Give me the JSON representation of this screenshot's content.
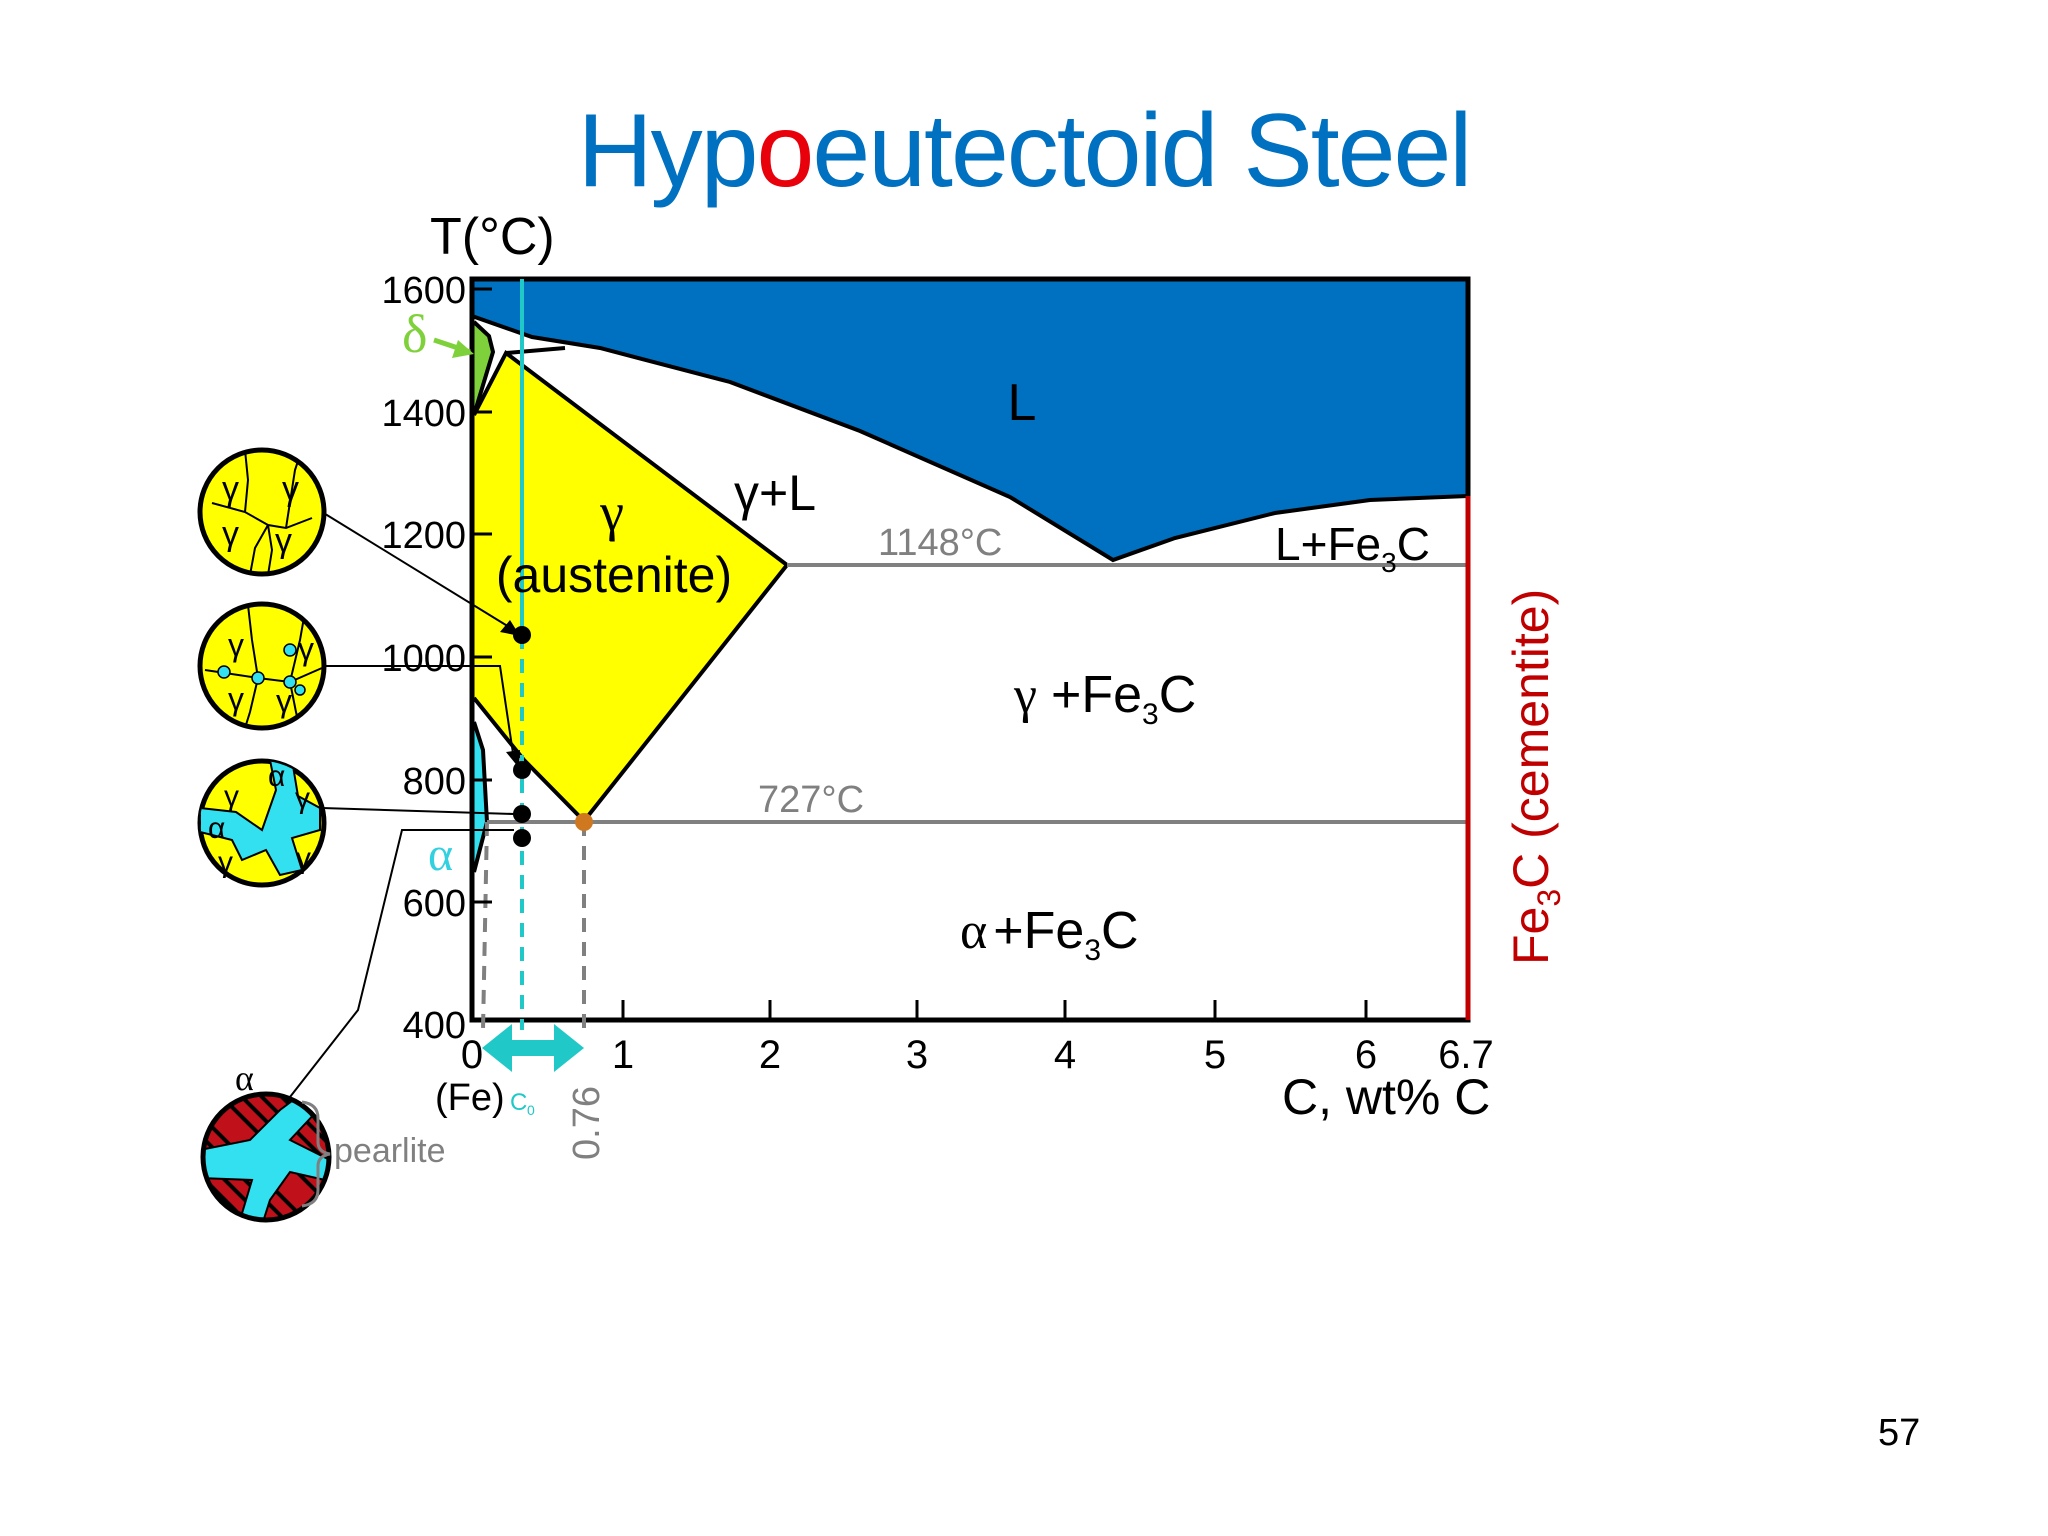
{
  "slide": {
    "title_pre": "Hyp",
    "title_hl": "o",
    "title_post": "eutectoid Steel",
    "page_number": "57"
  },
  "axes": {
    "y_title": "T(°C)",
    "y_ticks": [
      "1600",
      "1400",
      "1200",
      "1000",
      "800",
      "600",
      "400"
    ],
    "x_ticks": [
      "0",
      "1",
      "2",
      "3",
      "4",
      "5",
      "6",
      "6.7"
    ],
    "x_fe_label": "(Fe)",
    "x_title": "C, wt% C",
    "co_label": "C",
    "co_sub": "0",
    "eutectoid_comp": "0.76"
  },
  "phase_labels": {
    "liquid": "L",
    "gamma": "γ",
    "austenite": "(austenite)",
    "gamma_L": "γ+L",
    "L_Fe3C_pre": "L+Fe",
    "L_Fe3C_sub": "3",
    "L_Fe3C_post": "C",
    "gamma_Fe3C_sym": "γ",
    "gamma_Fe3C_pre": "+Fe",
    "gamma_Fe3C_sub": "3",
    "gamma_Fe3C_post": "C",
    "alpha_Fe3C_sym": "α",
    "alpha_Fe3C_pre": "+Fe",
    "alpha_Fe3C_sub": "3",
    "alpha_Fe3C_post": "C",
    "delta": "δ",
    "alpha": "α",
    "cementite_pre": "Fe",
    "cementite_sub": "3",
    "cementite_post": "C (cementite)",
    "eutectic_temp": "1148°C",
    "eutectoid_temp": "727°C"
  },
  "micrographs": {
    "m1_labels": [
      "γ",
      "γ",
      "γ",
      "γ"
    ],
    "m2_labels": [
      "γ",
      "γ",
      "γ",
      "γ"
    ],
    "m3_labels": [
      "γ",
      "α",
      "γ",
      "α",
      "γ",
      "γ"
    ],
    "m4_alpha": "α",
    "m4_pearlite": "pearlite"
  },
  "colors": {
    "title": "#0070c0",
    "title_highlight": "#e8000b",
    "liquid": "#0070c0",
    "austenite": "#ffff00",
    "delta": "#7fd13b",
    "ferrite": "#33e0f0",
    "cementite_line": "#c00000",
    "composition_line": "#20c8c8",
    "isotherm": "#808080"
  },
  "chart_data": {
    "type": "phase-diagram",
    "xlim": [
      0,
      6.7
    ],
    "ylim": [
      400,
      1600
    ],
    "eutectic": {
      "x": 4.3,
      "T": 1148
    },
    "eutectoid": {
      "x": 0.76,
      "T": 727
    },
    "composition_C0": 0.3,
    "cooling_points_T": [
      1030,
      815,
      740,
      705
    ],
    "gamma_max_solubility": 2.14
  }
}
